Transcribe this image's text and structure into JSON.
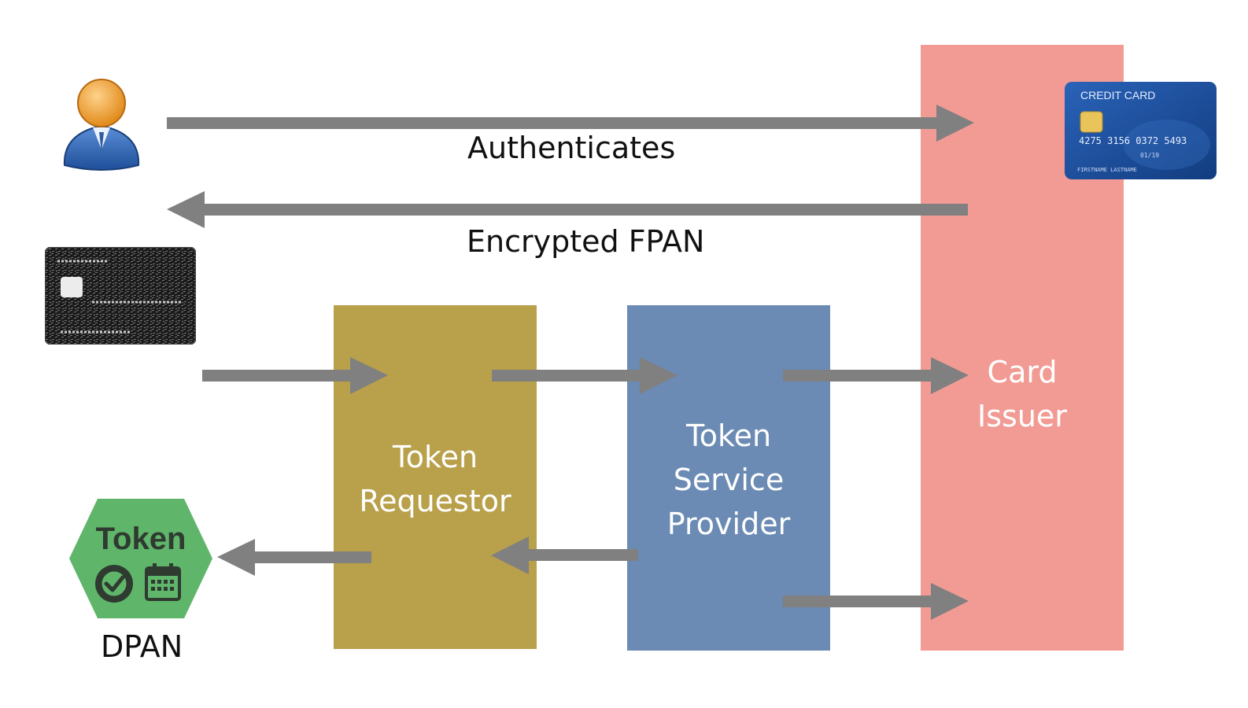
{
  "labels": {
    "authenticates": "Authenticates",
    "encrypted_fpan": "Encrypted FPAN",
    "dpan": "DPAN"
  },
  "nodes": {
    "token_requestor": "Token\nRequestor",
    "token_service_provider": "Token\nService\nProvider",
    "card_issuer": "Card\nIssuer"
  },
  "token_badge": {
    "label": "Token",
    "icons": [
      "check-badge-icon",
      "calendar-icon"
    ]
  },
  "credit_card": {
    "title": "CREDIT CARD",
    "number": "4275 3156 0372 5493",
    "expiry": "01/19",
    "holder": "FIRSTNAME LASTNAME"
  },
  "colors": {
    "token_requestor": "#B9A04A",
    "token_service_provider": "#6B8BB4",
    "card_issuer": "#F29B94",
    "arrow": "#808080",
    "token_badge": "#5FB56A",
    "card_blue": "#1E4E9A"
  }
}
